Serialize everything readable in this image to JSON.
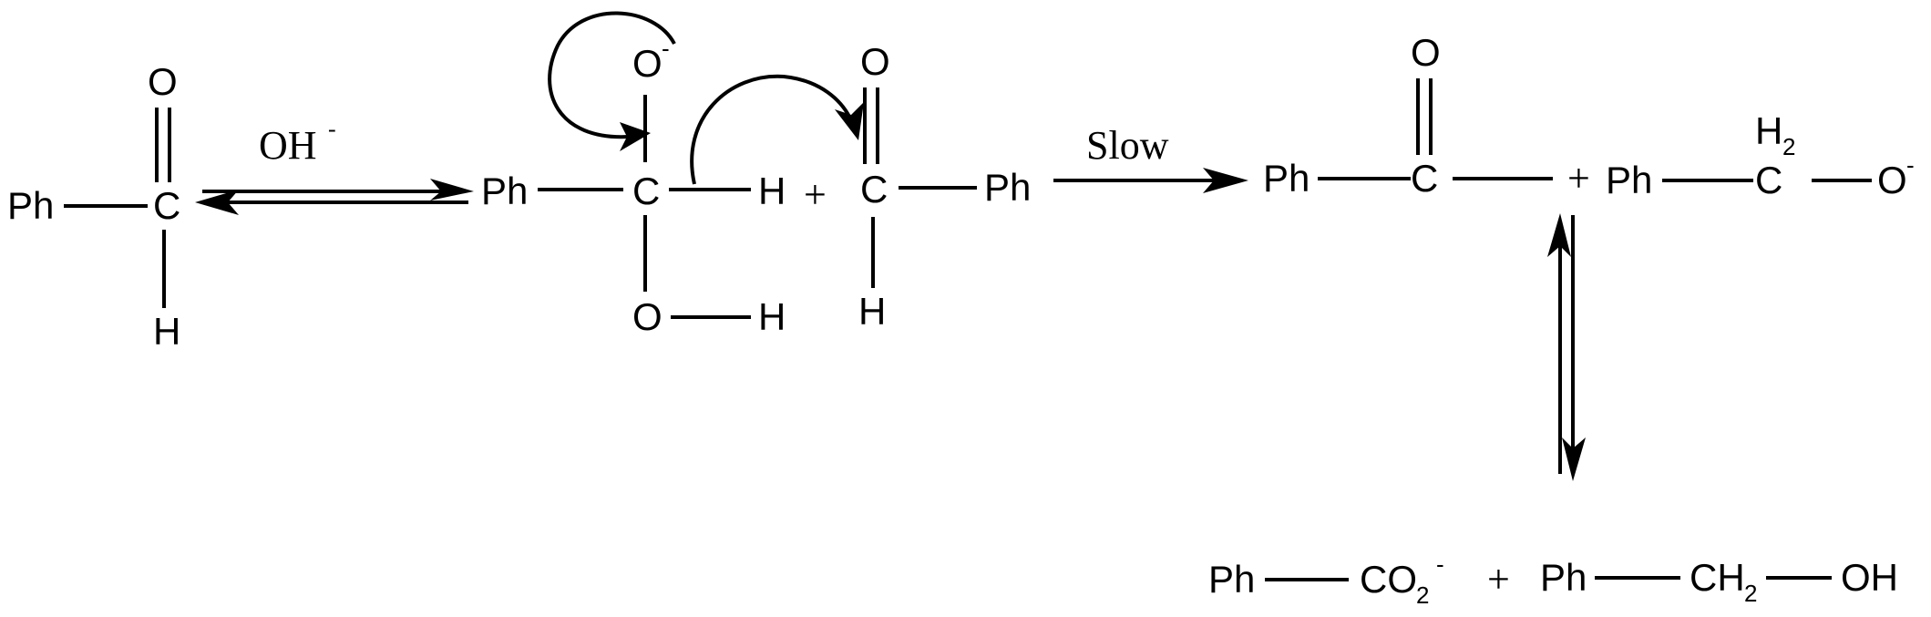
{
  "labels": {
    "ph": "Ph",
    "c": "C",
    "o": "O",
    "h": "H",
    "oh": "OH",
    "minus": "-",
    "plus": "+",
    "h2": "H",
    "two": "2",
    "co": "CO",
    "ch": "CH",
    "hydroxide": "OH",
    "slow": "Slow"
  }
}
